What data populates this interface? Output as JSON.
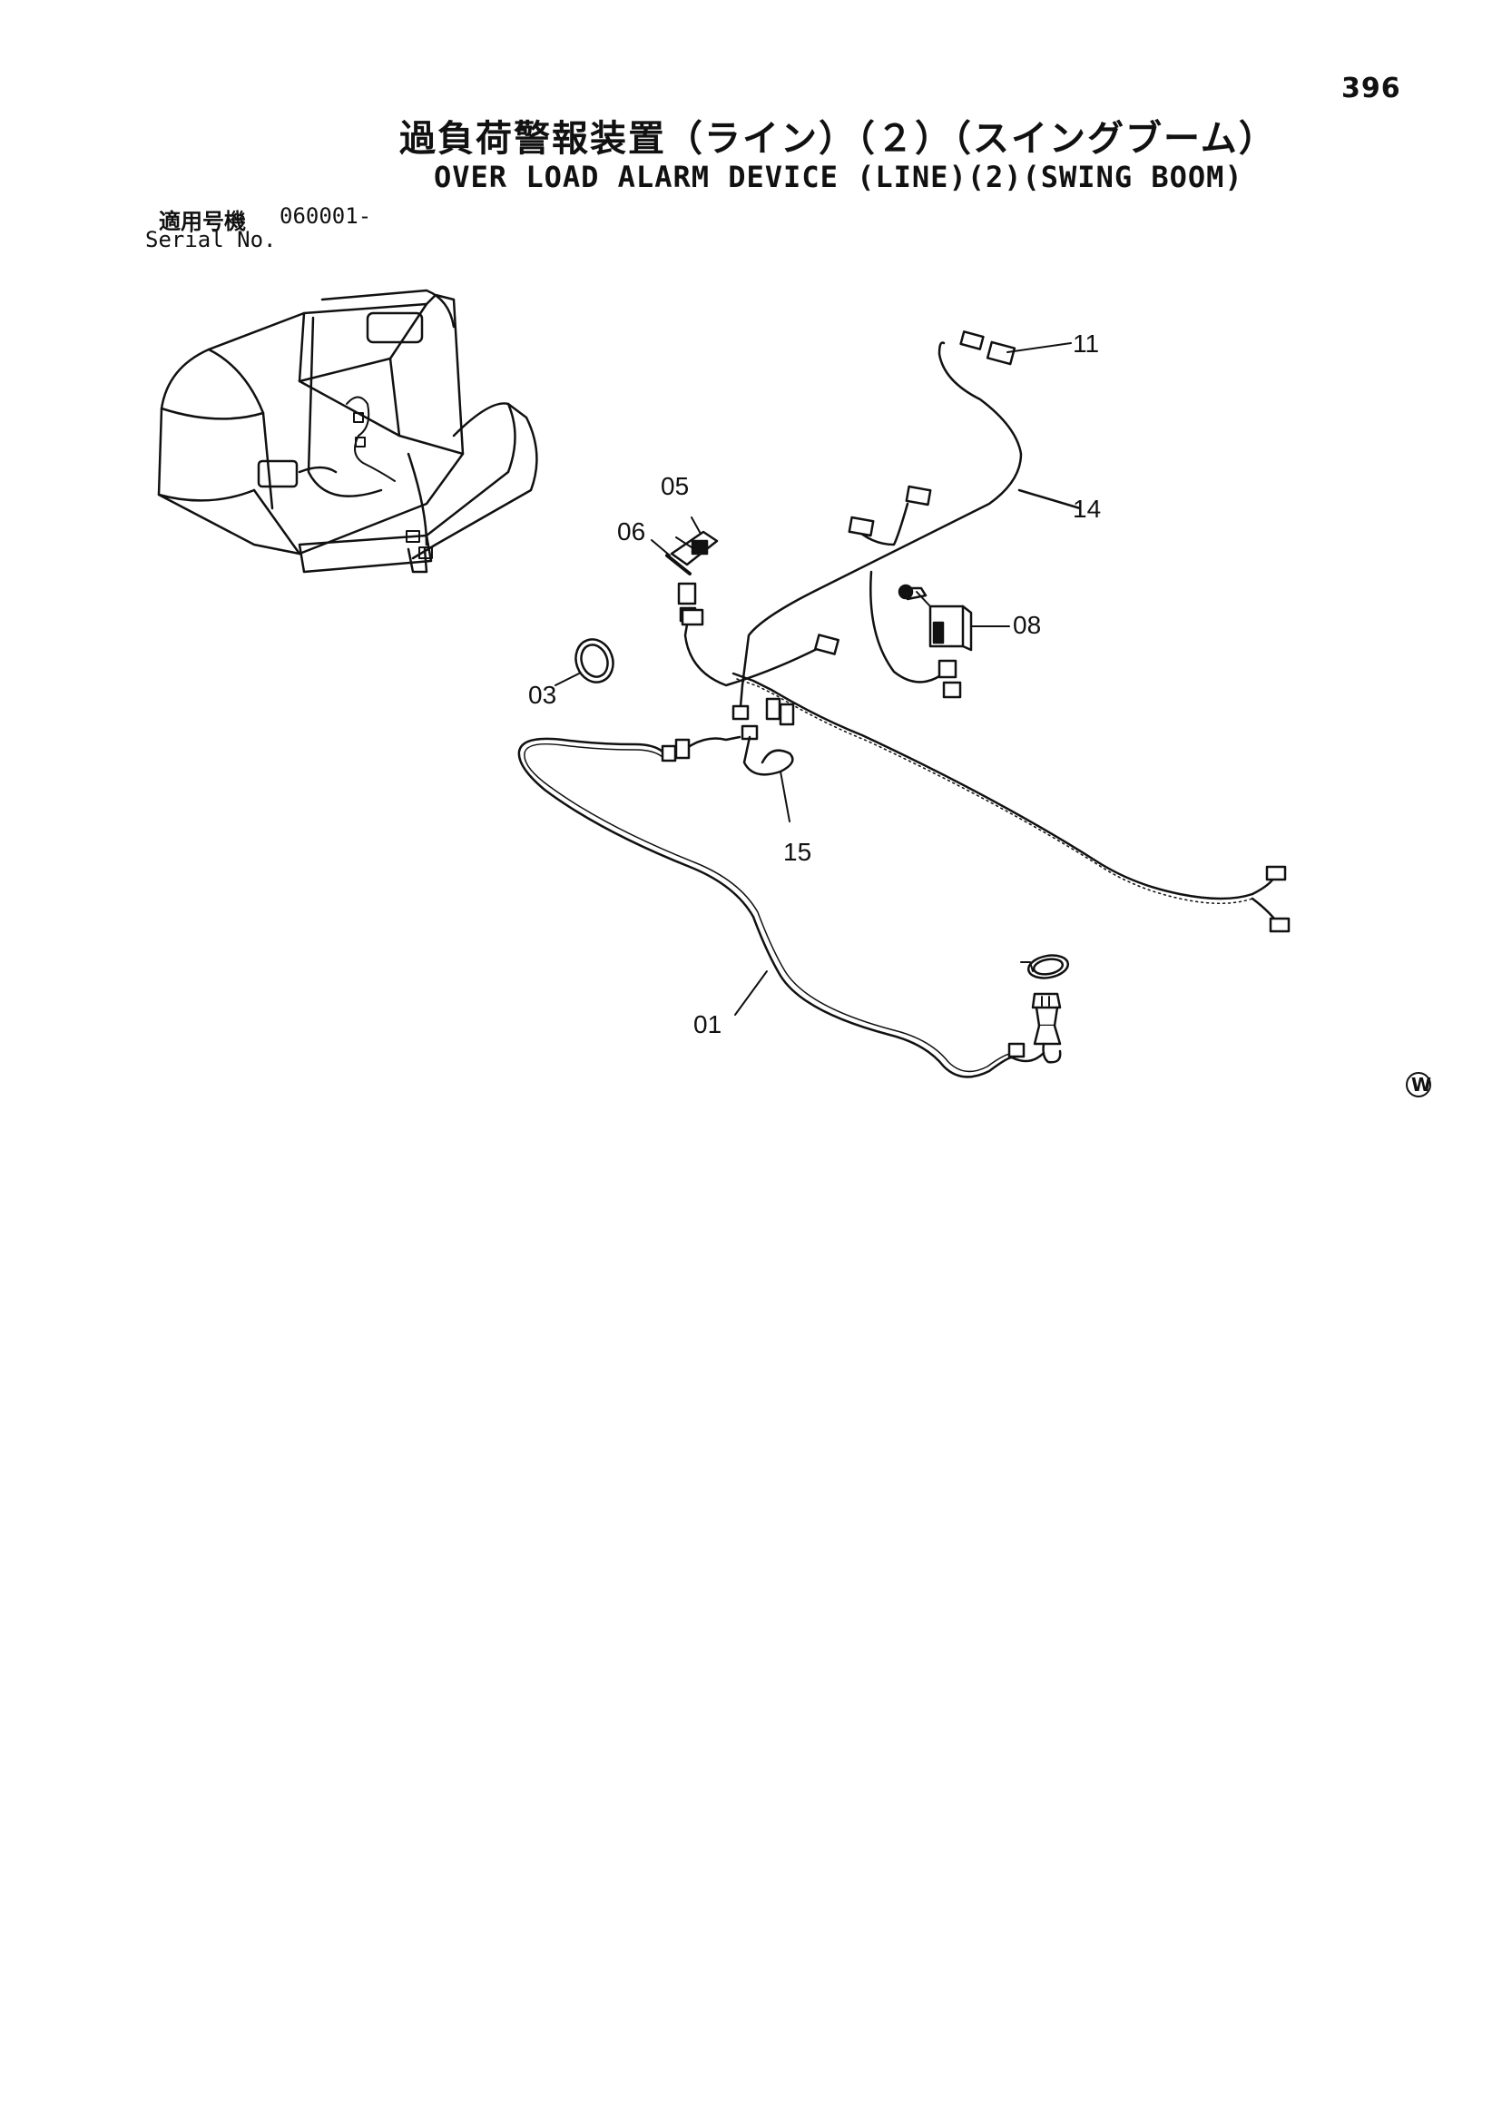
{
  "page_number": "396",
  "title_ja": "過負荷警報装置（ライン）（２）（スイングブーム）",
  "title_en": "OVER LOAD ALARM DEVICE (LINE)(2)(SWING BOOM)",
  "serial": {
    "label_ja": "適用号機",
    "value": "060001-",
    "label_en": "Serial No."
  },
  "callouts": [
    "11",
    "14",
    "05",
    "06",
    "08",
    "03",
    "15",
    "01"
  ],
  "mark": "W"
}
